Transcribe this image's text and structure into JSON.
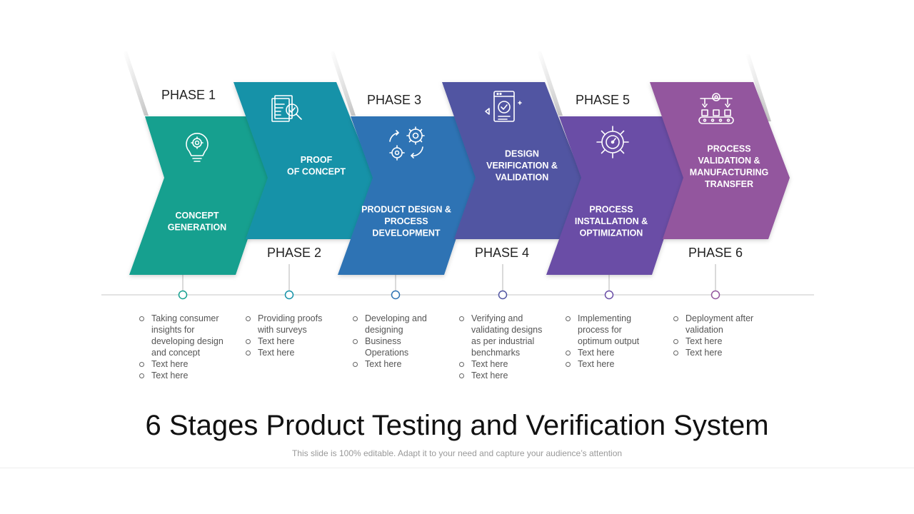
{
  "title": "6 Stages Product Testing and Verification System",
  "subtitle": "This slide is 100% editable. Adapt it to your need and capture your audience’s attention",
  "stages": [
    {
      "phase": "PHASE 1",
      "name": [
        "CONCEPT",
        "GENERATION"
      ],
      "icon": "lightbulb-gear-icon",
      "color": "#14a08f",
      "bullets": [
        "Taking consumer insights for developing design and concept",
        "Text here",
        "Text here"
      ]
    },
    {
      "phase": "PHASE 2",
      "name": [
        "PROOF",
        "OF CONCEPT"
      ],
      "icon": "document-check-icon",
      "color": "#1592a8",
      "bullets": [
        "Providing proofs with surveys",
        "Text here",
        "Text here"
      ]
    },
    {
      "phase": "PHASE 3",
      "name": [
        "PRODUCT DESIGN &",
        "PROCESS",
        "DEVELOPMENT"
      ],
      "icon": "gears-icon",
      "color": "#2f73b4",
      "bullets": [
        "Developing and designing",
        "Business Operations",
        "Text here"
      ]
    },
    {
      "phase": "PHASE 4",
      "name": [
        "DESIGN",
        "VERIFICATION &",
        "VALIDATION"
      ],
      "icon": "browser-check-icon",
      "color": "#5155a2",
      "bullets": [
        "Verifying and validating designs as per industrial benchmarks",
        "Text here",
        "Text here"
      ]
    },
    {
      "phase": "PHASE 5",
      "name": [
        "PROCESS",
        "INSTALLATION &",
        "OPTIMIZATION"
      ],
      "icon": "gear-gauge-icon",
      "color": "#6a4ea6",
      "bullets": [
        "Implementing process for optimum output",
        "Text here",
        "Text here"
      ]
    },
    {
      "phase": "PHASE 6",
      "name": [
        "PROCESS",
        "VALIDATION &",
        "MANUFACTURING",
        "TRANSFER"
      ],
      "icon": "conveyor-belt-icon",
      "color": "#93569e",
      "bullets": [
        "Deployment after validation",
        "Text here",
        "Text here"
      ]
    }
  ]
}
